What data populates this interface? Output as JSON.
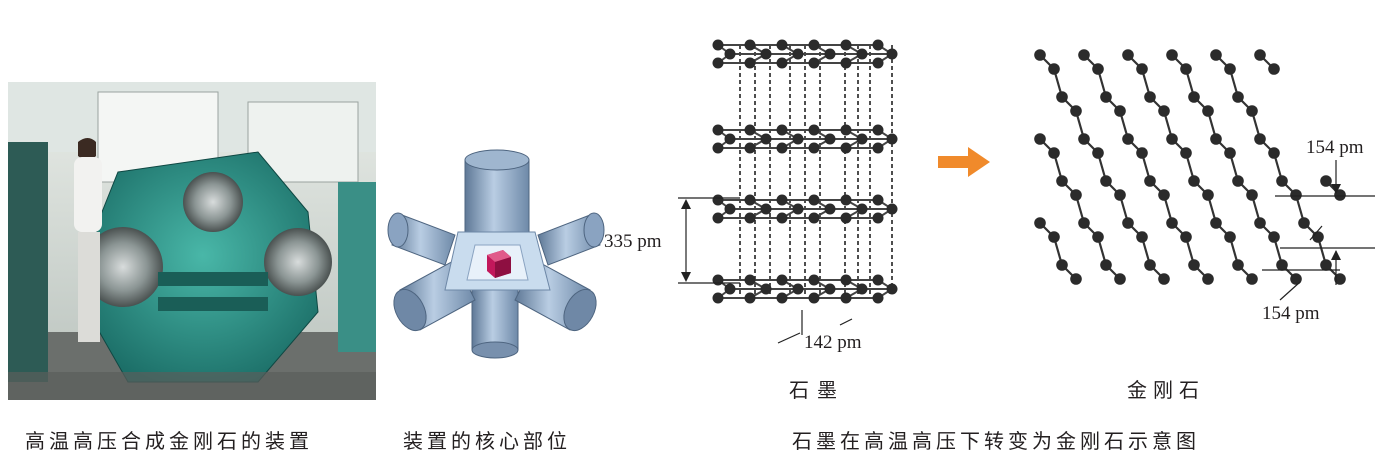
{
  "captions": {
    "machine": "高温高压合成金刚石的装置",
    "core": "装置的核心部位",
    "transform": "石墨在高温高压下转变为金刚石示意图"
  },
  "labels": {
    "graphite": "石墨",
    "diamond": "金刚石",
    "layer_spacing": "335 pm",
    "graphite_bond": "142 pm",
    "diamond_bond_top": "154 pm",
    "diamond_bond_bottom": "154 pm"
  },
  "colors": {
    "arrow": "#f08a2b",
    "machine_body": "#2a9c92",
    "anvil": "#8ea9c8",
    "sample_cube": "#c2185b",
    "atom": "#2b2b2b"
  }
}
